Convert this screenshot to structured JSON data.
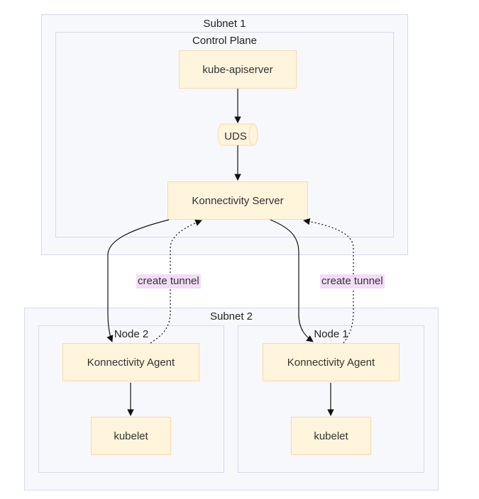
{
  "clusters": {
    "subnet1": "Subnet 1",
    "control_plane": "Control Plane",
    "subnet2": "Subnet 2",
    "node2": "Node 2",
    "node1": "Node 1"
  },
  "nodes": {
    "kube_apiserver": "kube-apiserver",
    "uds": "UDS",
    "konnectivity_server": "Konnectivity Server",
    "agent_node2": "Konnectivity Agent",
    "kubelet_node2": "kubelet",
    "agent_node1": "Konnectivity Agent",
    "kubelet_node1": "kubelet"
  },
  "edges": {
    "tunnel_left": "create tunnel",
    "tunnel_right": "create tunnel"
  },
  "colors": {
    "cluster_fill": "#f7f8fc",
    "cluster_border": "#d3daea",
    "node_fill": "#fff4dc",
    "node_border": "#f5dba8",
    "edge_label_fill": "#f3dcf7",
    "edge_stroke": "#111111"
  }
}
